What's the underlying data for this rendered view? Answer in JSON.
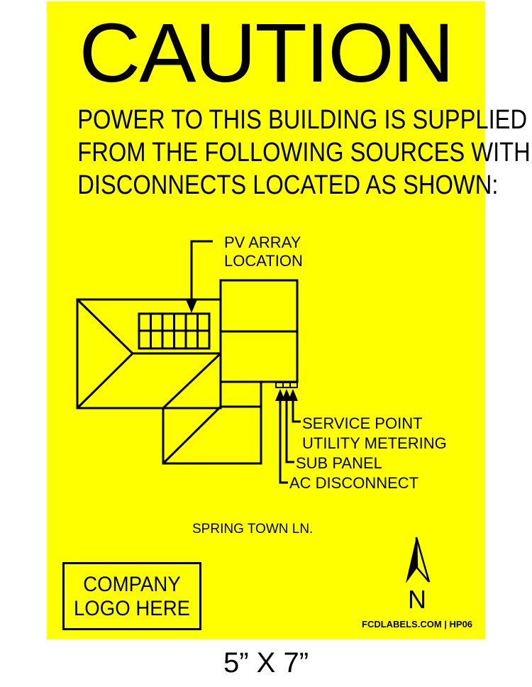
{
  "sign": {
    "background_color": "#ffff00",
    "title": "CAUTION",
    "subtitle_lines": [
      "POWER TO THIS BUILDING IS SUPPLIED",
      "FROM THE FOLLOWING SOURCES WITH",
      "DISCONNECTS LOCATED AS SHOWN:"
    ],
    "diagram": {
      "pv_label_lines": [
        "PV ARRAY",
        "LOCATION"
      ],
      "pv_grid": {
        "columns": 6,
        "rows": 2
      },
      "equipment_labels": [
        "SERVICE POINT",
        "UTILITY METERING",
        "SUB PANEL",
        "AC DISCONNECT"
      ],
      "street_name": "SPRING TOWN LN."
    },
    "logo_placeholder_lines": [
      "COMPANY",
      "LOGO HERE"
    ],
    "north_label": "N",
    "footer": "FCDLABELS.COM | HP06"
  },
  "size_label": "5” X 7”"
}
